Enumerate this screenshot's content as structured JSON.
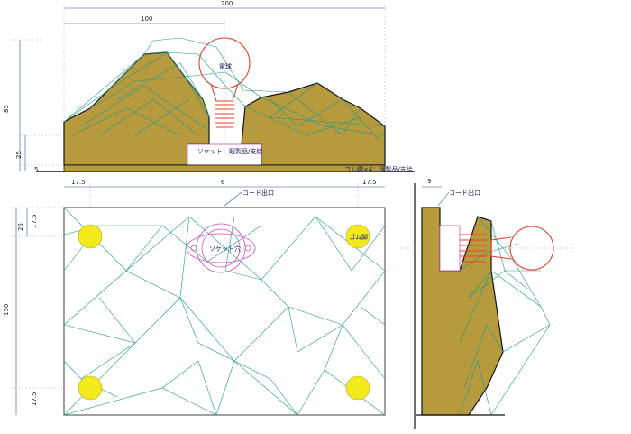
{
  "colors": {
    "body_fill": "#b89a3e",
    "mesh": "#1a9a8a",
    "bulb": "#e0402a",
    "rubber_foot": "#f2ea1c",
    "socket": "#d24bc0",
    "dimension": "#2a4ea8"
  },
  "front_view": {
    "dim_total_width": "200",
    "dim_half_width": "100",
    "dim_height": "85",
    "dim_socket_height": "25",
    "dim_foot_height": "5",
    "label_bulb": "電球",
    "label_socket": "ソケット：既製品/支給",
    "label_rubber_feet": "ゴム脚×4：既製品/支給"
  },
  "plan_view": {
    "dim_left_offset": "17.5",
    "dim_center_offset": "6",
    "dim_right_offset": "17.5",
    "dim_top_25": "25",
    "dim_top_17_5": "17.5",
    "dim_depth": "130",
    "dim_bottom_17_5": "17.5",
    "label_cord_exit": "コード出口",
    "label_socket_hole": "ソケット穴",
    "label_rubber_foot": "ゴム脚"
  },
  "side_view": {
    "dim_9": "9",
    "label_cord_exit": "コード出口"
  }
}
